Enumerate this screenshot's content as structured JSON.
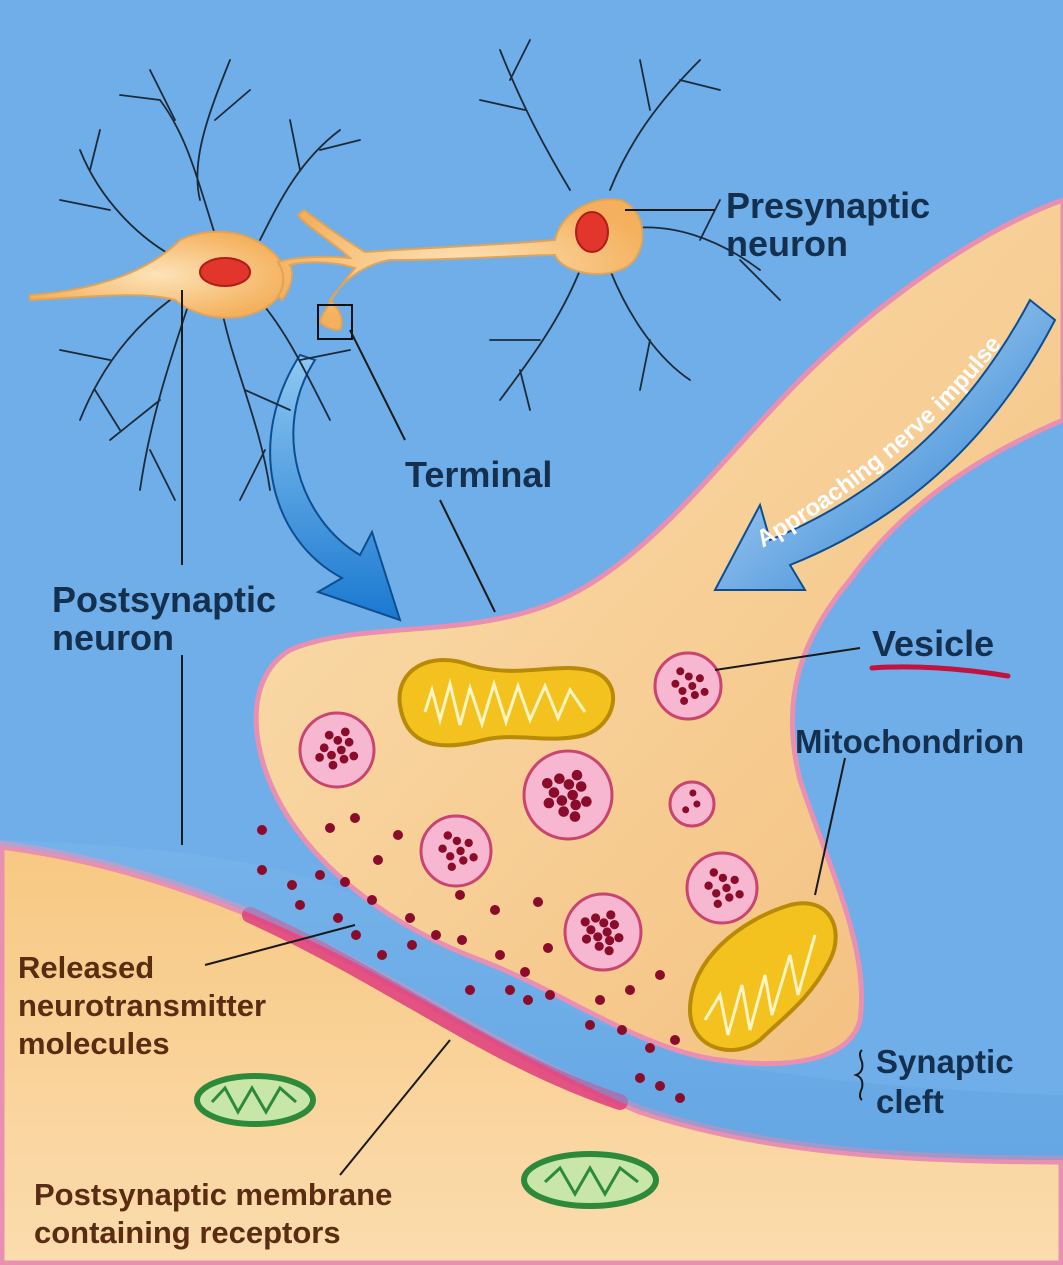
{
  "labels": {
    "presynaptic_neuron": [
      "Presynaptic",
      "neuron"
    ],
    "postsynaptic_neuron": [
      "Postsynaptic",
      "neuron"
    ],
    "terminal": "Terminal",
    "approaching_nerve_impulse": "Approaching nerve impulse",
    "vesicle": "Vesicle",
    "mitochondrion": "Mitochondrion",
    "synaptic_cleft": [
      "Synaptic",
      "cleft"
    ],
    "released_neurotransmitter": [
      "Released",
      "neurotransmitter",
      "molecules"
    ],
    "postsynaptic_membrane": [
      "Postsynaptic membrane",
      "containing receptors"
    ]
  },
  "colors": {
    "background": "#6faee8",
    "cytoplasm": "#f6c88f",
    "membrane": "#f2a6c0",
    "vesicle": "#f7b7d0",
    "neurotransmitter": "#8a0b2a",
    "mitochondrion_terminal": "#f3c21e",
    "mitochondrion_postsynaptic": "#2c8a3a",
    "receptor_band": "#e0457f",
    "arrow_blue": "#1d7fd6",
    "underline_red": "#c2123f"
  }
}
